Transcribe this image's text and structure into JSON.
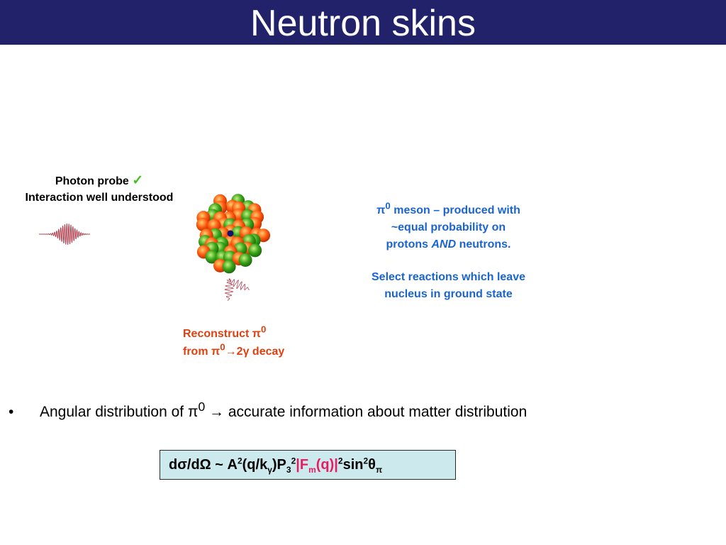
{
  "slide": {
    "title": "Neutron skins"
  },
  "probe": {
    "line1": "Photon probe",
    "check": "✓",
    "line2": "Interaction well understood"
  },
  "pion_info": {
    "pi": "π",
    "sup0": "0",
    "line1_rest": " meson – produced with",
    "line2": "~equal probability on",
    "line3_a": "protons ",
    "line3_and": "AND",
    "line3_b": " neutrons.",
    "line4": "Select reactions which leave",
    "line5": "nucleus in ground state"
  },
  "reconstruct": {
    "line1_a": "Reconstruct ",
    "pi": "π",
    "sup0": "0",
    "line2_a": "from ",
    "line2_b": "→2γ decay"
  },
  "bullet": {
    "marker": "•",
    "text_a": "Angular distribution of ",
    "pi": "π",
    "sup0": "0",
    "text_b": " → accurate information about matter distribution"
  },
  "formula": {
    "part1": "dσ/dΩ ~ A",
    "sup2": "2",
    "part2": "(q/k",
    "sub_gamma": "γ",
    "part3": ")P",
    "sub3": "3",
    "sup2b": "2",
    "pink_a": "|F",
    "sub_m": "m",
    "pink_b": "(q)|",
    "sup2c": "2",
    "part4": "sin",
    "sup2d": "2",
    "theta": "θ",
    "sub_pi": "π"
  },
  "colors": {
    "title_bar": "#22226a",
    "blue_text": "#1a64d2",
    "orange_text": "#e04010",
    "formula_bg": "#cce9ee",
    "formula_pink": "#e81c60",
    "proton": "#ff5a10",
    "neutron": "#3aa51a"
  },
  "icons": {
    "photon": "photon-wave-icon",
    "nucleus": "nucleus-icon",
    "decay": "decay-photons-icon"
  }
}
